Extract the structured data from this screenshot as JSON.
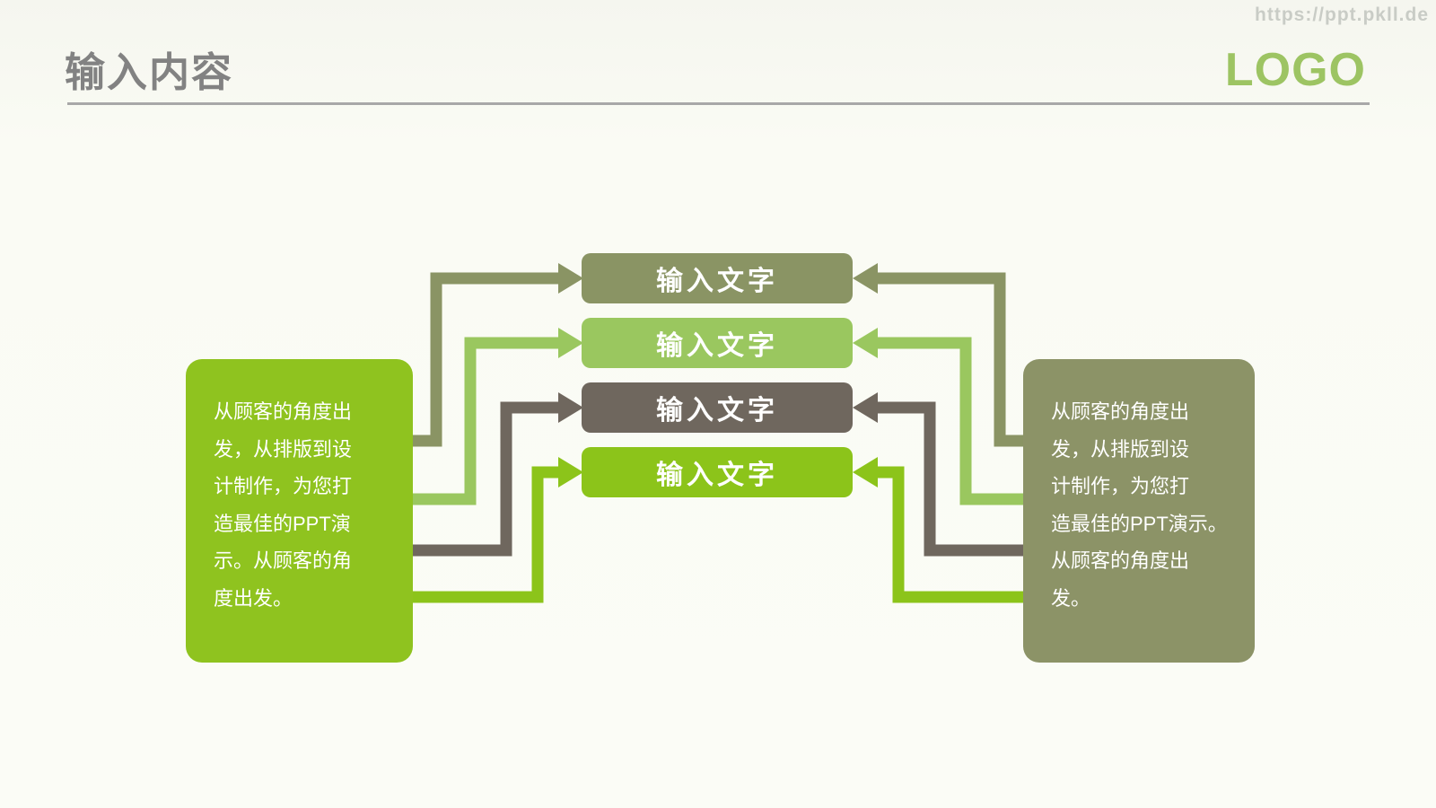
{
  "page": {
    "title": "输入内容",
    "watermark": "https://ppt.pkll.de",
    "logo": "LOGO"
  },
  "colors": {
    "title_gray": "#828282",
    "divider_gray": "#a8a8a8",
    "watermark_gray": "#c9ccc6",
    "logo_green": "#9dc463",
    "bar_text_white": "#ffffff"
  },
  "bars": [
    {
      "label": "输入文字",
      "color": "#8a9464"
    },
    {
      "label": "输入文字",
      "color": "#9ac75f"
    },
    {
      "label": "输入文字",
      "color": "#6f675e"
    },
    {
      "label": "输入文字",
      "color": "#8cc41a"
    }
  ],
  "left_box": {
    "color": "#8fc31f",
    "text": "从顾客的角度出\n发，从排版到设\n计制作，为您打\n造最佳的PPT演\n示。从顾客的角\n度出发。"
  },
  "right_box": {
    "color": "#8c9367",
    "text": "从顾客的角度出\n发，从排版到设\n计制作，为您打\n造最佳的PPT演示。\n从顾客的角度出\n发。"
  }
}
